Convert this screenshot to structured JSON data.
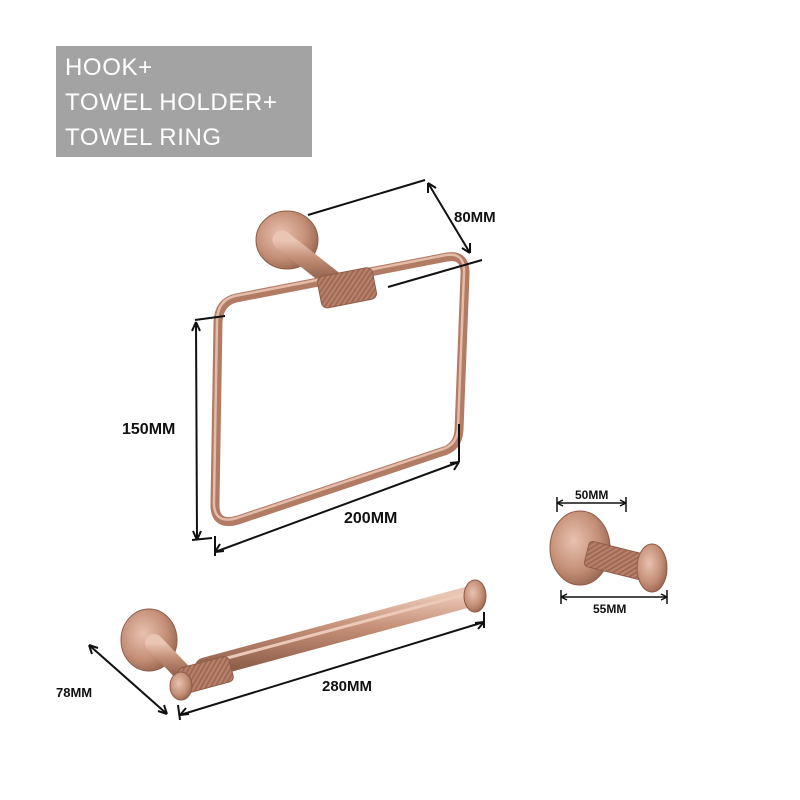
{
  "title": {
    "lines": [
      "HOOK+",
      "TOWEL HOLDER+",
      "TOWEL RING"
    ]
  },
  "dimensions": {
    "ring_depth": "80MM",
    "ring_height": "150MM",
    "ring_width": "200MM",
    "hook_plate": "50MM",
    "hook_depth": "55MM",
    "holder_depth": "78MM",
    "holder_length": "280MM"
  },
  "colors": {
    "background": "#ffffff",
    "title_box": "#a3a3a3",
    "title_text": "#ffffff",
    "metal": "#c48e76",
    "metal_dark": "#9c6a55",
    "metal_light": "#e7c3b2",
    "dimension_line": "#111111"
  },
  "products": [
    "towel-ring",
    "robe-hook",
    "towel-holder"
  ]
}
